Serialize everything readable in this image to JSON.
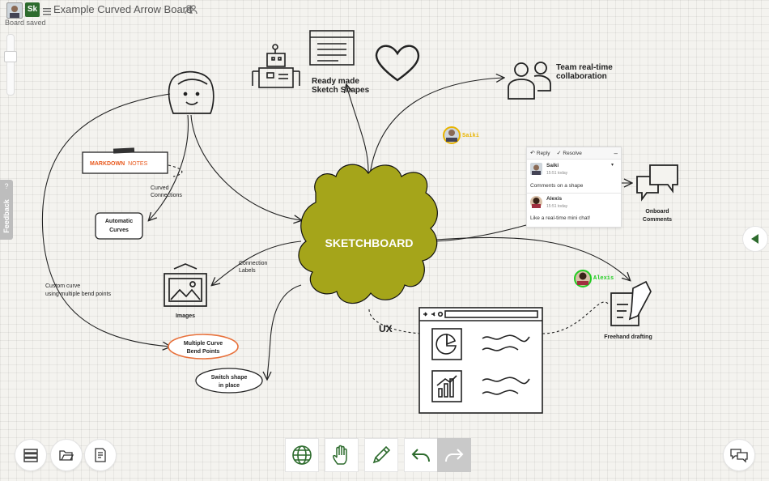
{
  "header": {
    "title": "Example Curved Arrow Board",
    "status": "Board saved",
    "user_initials": "Sk",
    "icons": [
      "user-avatar-icon",
      "menu-icon",
      "people-icon"
    ]
  },
  "feedback": {
    "label": "Feedback",
    "help_label": "?"
  },
  "board": {
    "center_label": "SKETCHBOARD",
    "shapes_label_1": "Ready made",
    "shapes_label_2": "Sketch Shapes",
    "team_label_1": "Team real-time",
    "team_label_2": "collaboration",
    "markdown_label_1": "MARKDOWN",
    "markdown_label_2": "NOTES",
    "curved_label_1": "Curved",
    "curved_label_2": "Connections",
    "auto_curves_1": "Automatic",
    "auto_curves_2": "Curves",
    "connection_labels_1": "Connection",
    "connection_labels_2": "Labels",
    "images_label": "Images",
    "custom_curve_1": "Custom curve",
    "custom_curve_2": "using multiple bend points",
    "multi_curve_1": "Multiple Curve",
    "multi_curve_2": "Bend Points",
    "switch_shape_1": "Switch shape",
    "switch_shape_2": "in place",
    "ux_label": "UX",
    "onboard_1": "Onboard",
    "onboard_2": "Comments",
    "freehand_label": "Freehand drafting",
    "cursor_saiki": "Saiki",
    "cursor_alexis": "Alexis"
  },
  "comments": {
    "reply": "Reply",
    "resolve": "Resolve",
    "items": [
      {
        "name": "Saiki",
        "time": "15:51 today",
        "text": "Comments on a shape"
      },
      {
        "name": "Alexis",
        "time": "15:51 today",
        "text": "Like a real-time mini chat!"
      }
    ]
  },
  "colors": {
    "accent_green": "#2d6b2d",
    "blob": "#a5a51a",
    "markdown_orange": "#e8581c",
    "bend_orange": "#e8703a",
    "saiki_yellow": "#e8b400",
    "alexis_green": "#22cc22"
  },
  "toolbar": {
    "left": [
      "layers-icon",
      "folder-open-icon",
      "document-icon"
    ],
    "center": [
      "globe-icon",
      "hand-icon",
      "pencil-icon",
      "undo-icon",
      "redo-icon"
    ],
    "right": [
      "chat-icon"
    ]
  }
}
